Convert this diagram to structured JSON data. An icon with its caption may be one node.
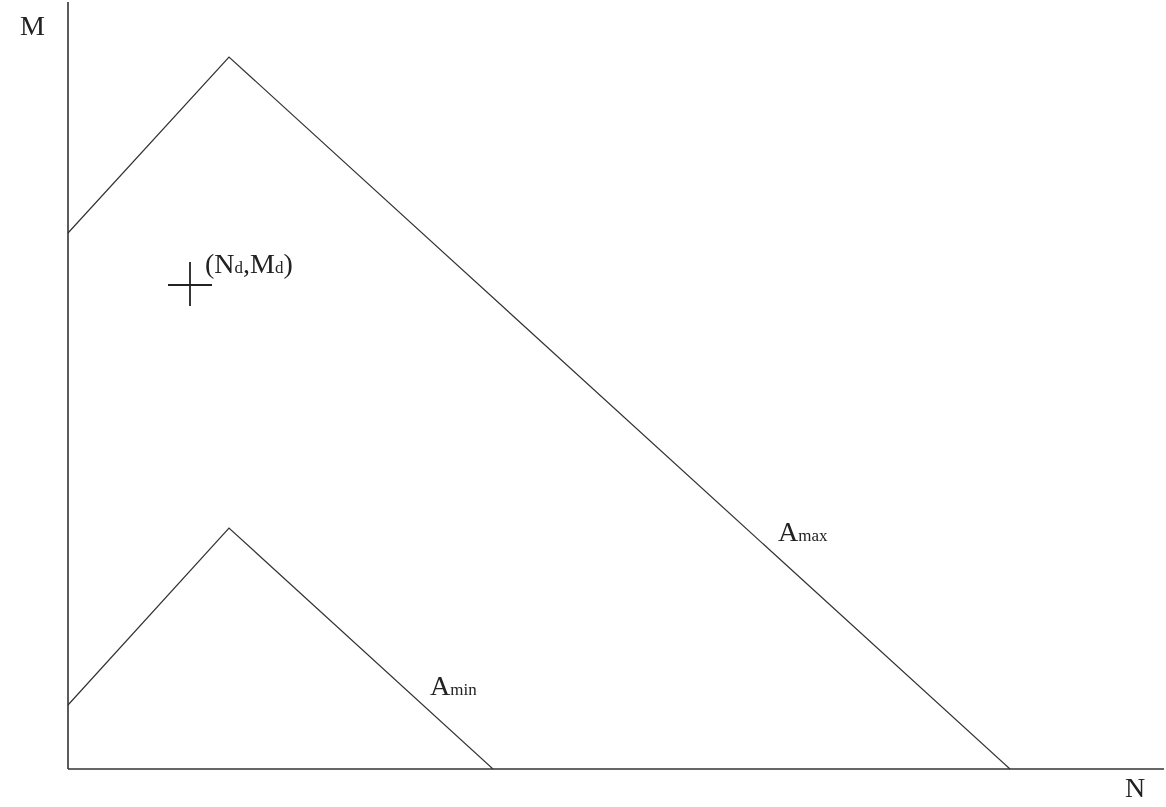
{
  "diagram": {
    "labels": [
      "M",
      "(N$_{d}$,M$_{d}$)",
      "A$_{max}$",
      "A$_{min}$",
      "N"
    ]
  }
}
